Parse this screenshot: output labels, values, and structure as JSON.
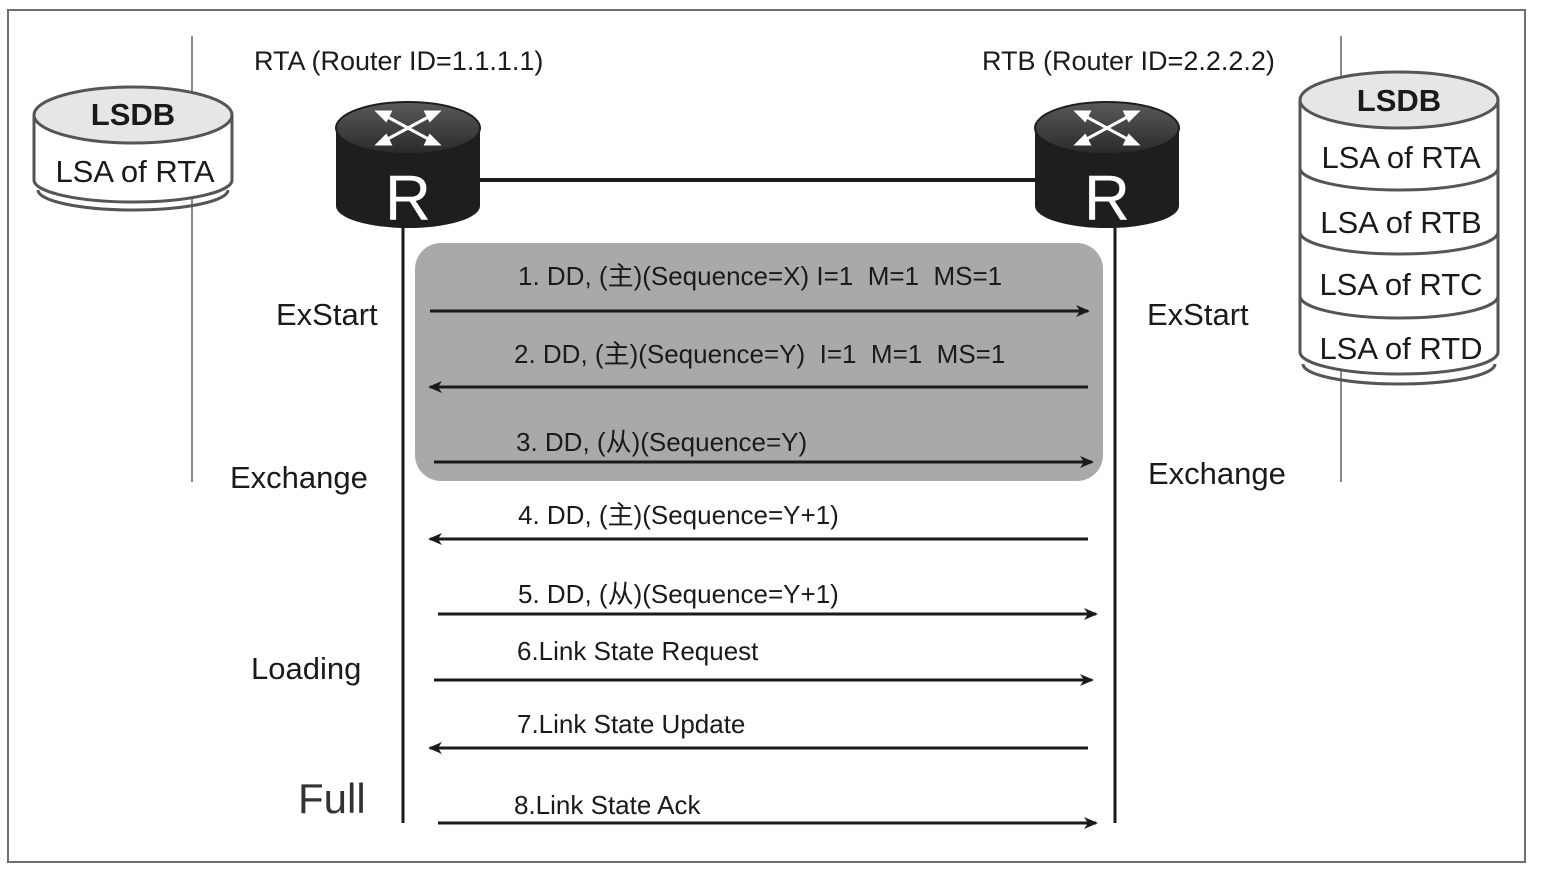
{
  "routers": [
    {
      "id": "rta",
      "label": "RTA  (Router ID=1.1.1.1)",
      "icon_letter": "R"
    },
    {
      "id": "rtb",
      "label": "RTB  (Router ID=2.2.2.2)",
      "icon_letter": "R"
    }
  ],
  "lsdb_left": {
    "title": "LSDB",
    "entries": [
      "LSA of RTA"
    ]
  },
  "lsdb_right": {
    "title": "LSDB",
    "entries": [
      "LSA of RTA",
      "LSA of RTB",
      "LSA of RTC",
      "LSA of RTD"
    ]
  },
  "states_left": [
    "ExStart",
    "Exchange",
    "Loading",
    "Full"
  ],
  "states_right": [
    "ExStart",
    "Exchange"
  ],
  "messages": [
    {
      "label": "1. DD, (主)(Sequence=X) I=1  M=1  MS=1",
      "direction": "right"
    },
    {
      "label": "2. DD, (主)(Sequence=Y)  I=1  M=1  MS=1",
      "direction": "left"
    },
    {
      "label": "3. DD, (从)(Sequence=Y)",
      "direction": "right"
    },
    {
      "label": "4. DD, (主)(Sequence=Y+1)",
      "direction": "left"
    },
    {
      "label": "5. DD, (从)(Sequence=Y+1)",
      "direction": "right"
    },
    {
      "label": "6.Link State Request",
      "direction": "right"
    },
    {
      "label": "7.Link State Update",
      "direction": "left"
    },
    {
      "label": "8.Link State Ack",
      "direction": "right"
    }
  ],
  "colors": {
    "highlight_box": "#a9a9a9",
    "router_body": "#1e1e1e",
    "line": "#1a1a1a"
  }
}
